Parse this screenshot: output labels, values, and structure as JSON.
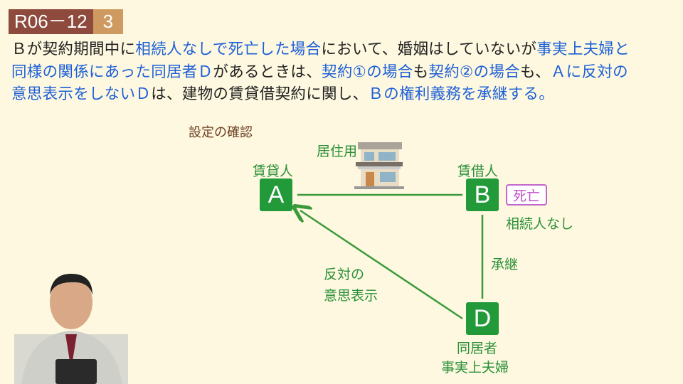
{
  "badge": {
    "code": "R06－12",
    "number": "3"
  },
  "statement": [
    [
      {
        "t": "Ｂが契約期間中に",
        "c": "black"
      },
      {
        "t": "相続人なしで死亡した場合",
        "c": "blue"
      },
      {
        "t": "において、婚姻はしていないが",
        "c": "black"
      },
      {
        "t": "事実上夫婦と",
        "c": "blue"
      }
    ],
    [
      {
        "t": "同様の関係にあった同居者Ｄ",
        "c": "blue"
      },
      {
        "t": "があるときは、",
        "c": "black"
      },
      {
        "t": "契約①の場合",
        "c": "blue"
      },
      {
        "t": "も",
        "c": "black"
      },
      {
        "t": "契約②の場合",
        "c": "blue"
      },
      {
        "t": "も、",
        "c": "black"
      },
      {
        "t": "Ａに反対の",
        "c": "blue"
      }
    ],
    [
      {
        "t": "意思表示をしないＤ",
        "c": "blue"
      },
      {
        "t": "は、建物の賃貸借契約に関し、",
        "c": "black"
      },
      {
        "t": "Ｂの権利義務を承継する。",
        "c": "blue"
      }
    ]
  ],
  "diagram": {
    "title": "設定の確認",
    "residential": "居住用",
    "lessor_label": "賃貸人",
    "lessee_label": "賃借人",
    "node_a": "A",
    "node_b": "B",
    "node_d": "D",
    "dead_badge": "死亡",
    "no_heir": "相続人なし",
    "succession": "承継",
    "objection_1": "反対の",
    "objection_2": "意思表示",
    "d_role_1": "同居者",
    "d_role_2": "事実上夫婦"
  },
  "colors": {
    "green": "#229a3a",
    "blue": "#1d5fd8",
    "badge": "#8d4a3d",
    "badge_num": "#cf9a5f",
    "dead": "#c04fc8"
  }
}
